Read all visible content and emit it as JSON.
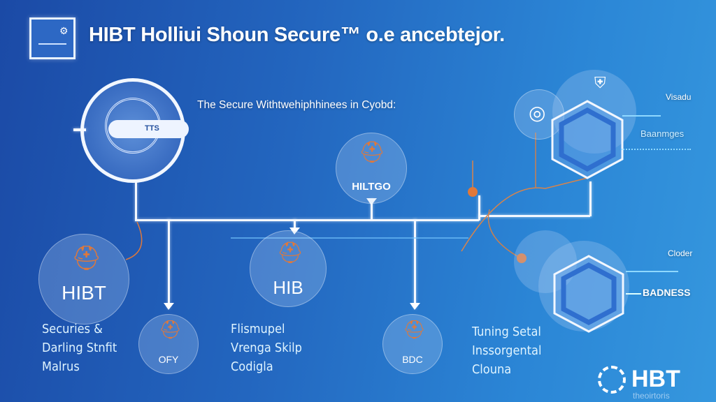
{
  "header": {
    "title": "HIBT Holliui Shoun Secure™ o.e ancebtejor.",
    "logo_icon": "certificate-icon"
  },
  "subtitle": "The Secure Withtwehiphhinees in Cyobd:",
  "hub": {
    "pill_label": "TTS"
  },
  "nodes": {
    "top": "HILTGO",
    "left": "HIBT",
    "middle": "HIB",
    "small_left": "OFY",
    "small_right": "BDC"
  },
  "text_blocks": [
    [
      "Securies &",
      "Darling Stnfit",
      "Malrus"
    ],
    [
      "Flismupel",
      "Vrenga Skilp",
      "Codigla"
    ],
    [
      "Tuning Setal",
      "Inssorgental",
      "Clouna"
    ]
  ],
  "right_panel": {
    "label_1": "Visadu",
    "label_2": "Baanmges",
    "label_3": "Cloder",
    "label_4": "BADNESS"
  },
  "footer_logo": {
    "name": "HBT",
    "tagline": "theoirtoris"
  },
  "colors": {
    "accent_orange": "#e0783a",
    "line": "#f4f8ff"
  }
}
